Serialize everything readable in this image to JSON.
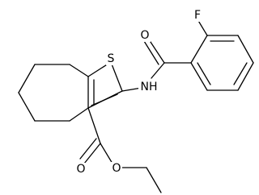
{
  "molecule": {
    "atoms": {
      "fluorine": "F",
      "carbonyl_oxygen_amide": "O",
      "amide_nitrogen": "NH",
      "thiophene_sulfur": "S",
      "ester_carbonyl_oxygen": "O",
      "ester_ether_oxygen": "O"
    }
  }
}
